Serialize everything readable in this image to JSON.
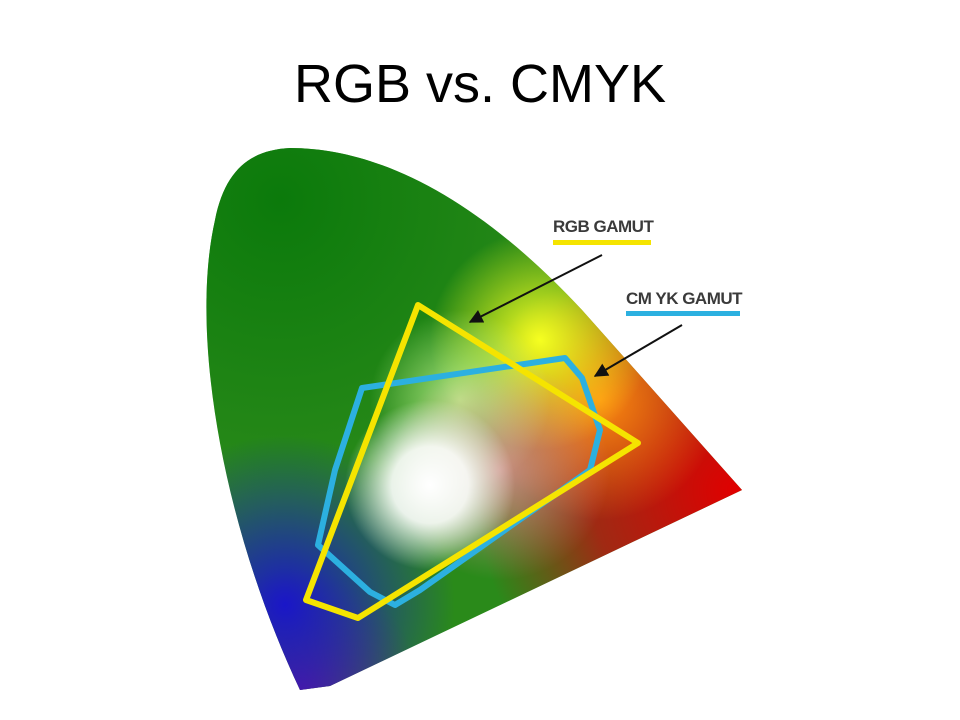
{
  "slide": {
    "title": "RGB vs. CMYK"
  },
  "labels": {
    "rgb": "RGB GAMUT",
    "cmyk": "CM YK GAMUT"
  },
  "colors": {
    "rgb_outline": "#f5e400",
    "cmyk_outline": "#2cb0e0",
    "arrow": "#111111",
    "background": "#ffffff"
  }
}
